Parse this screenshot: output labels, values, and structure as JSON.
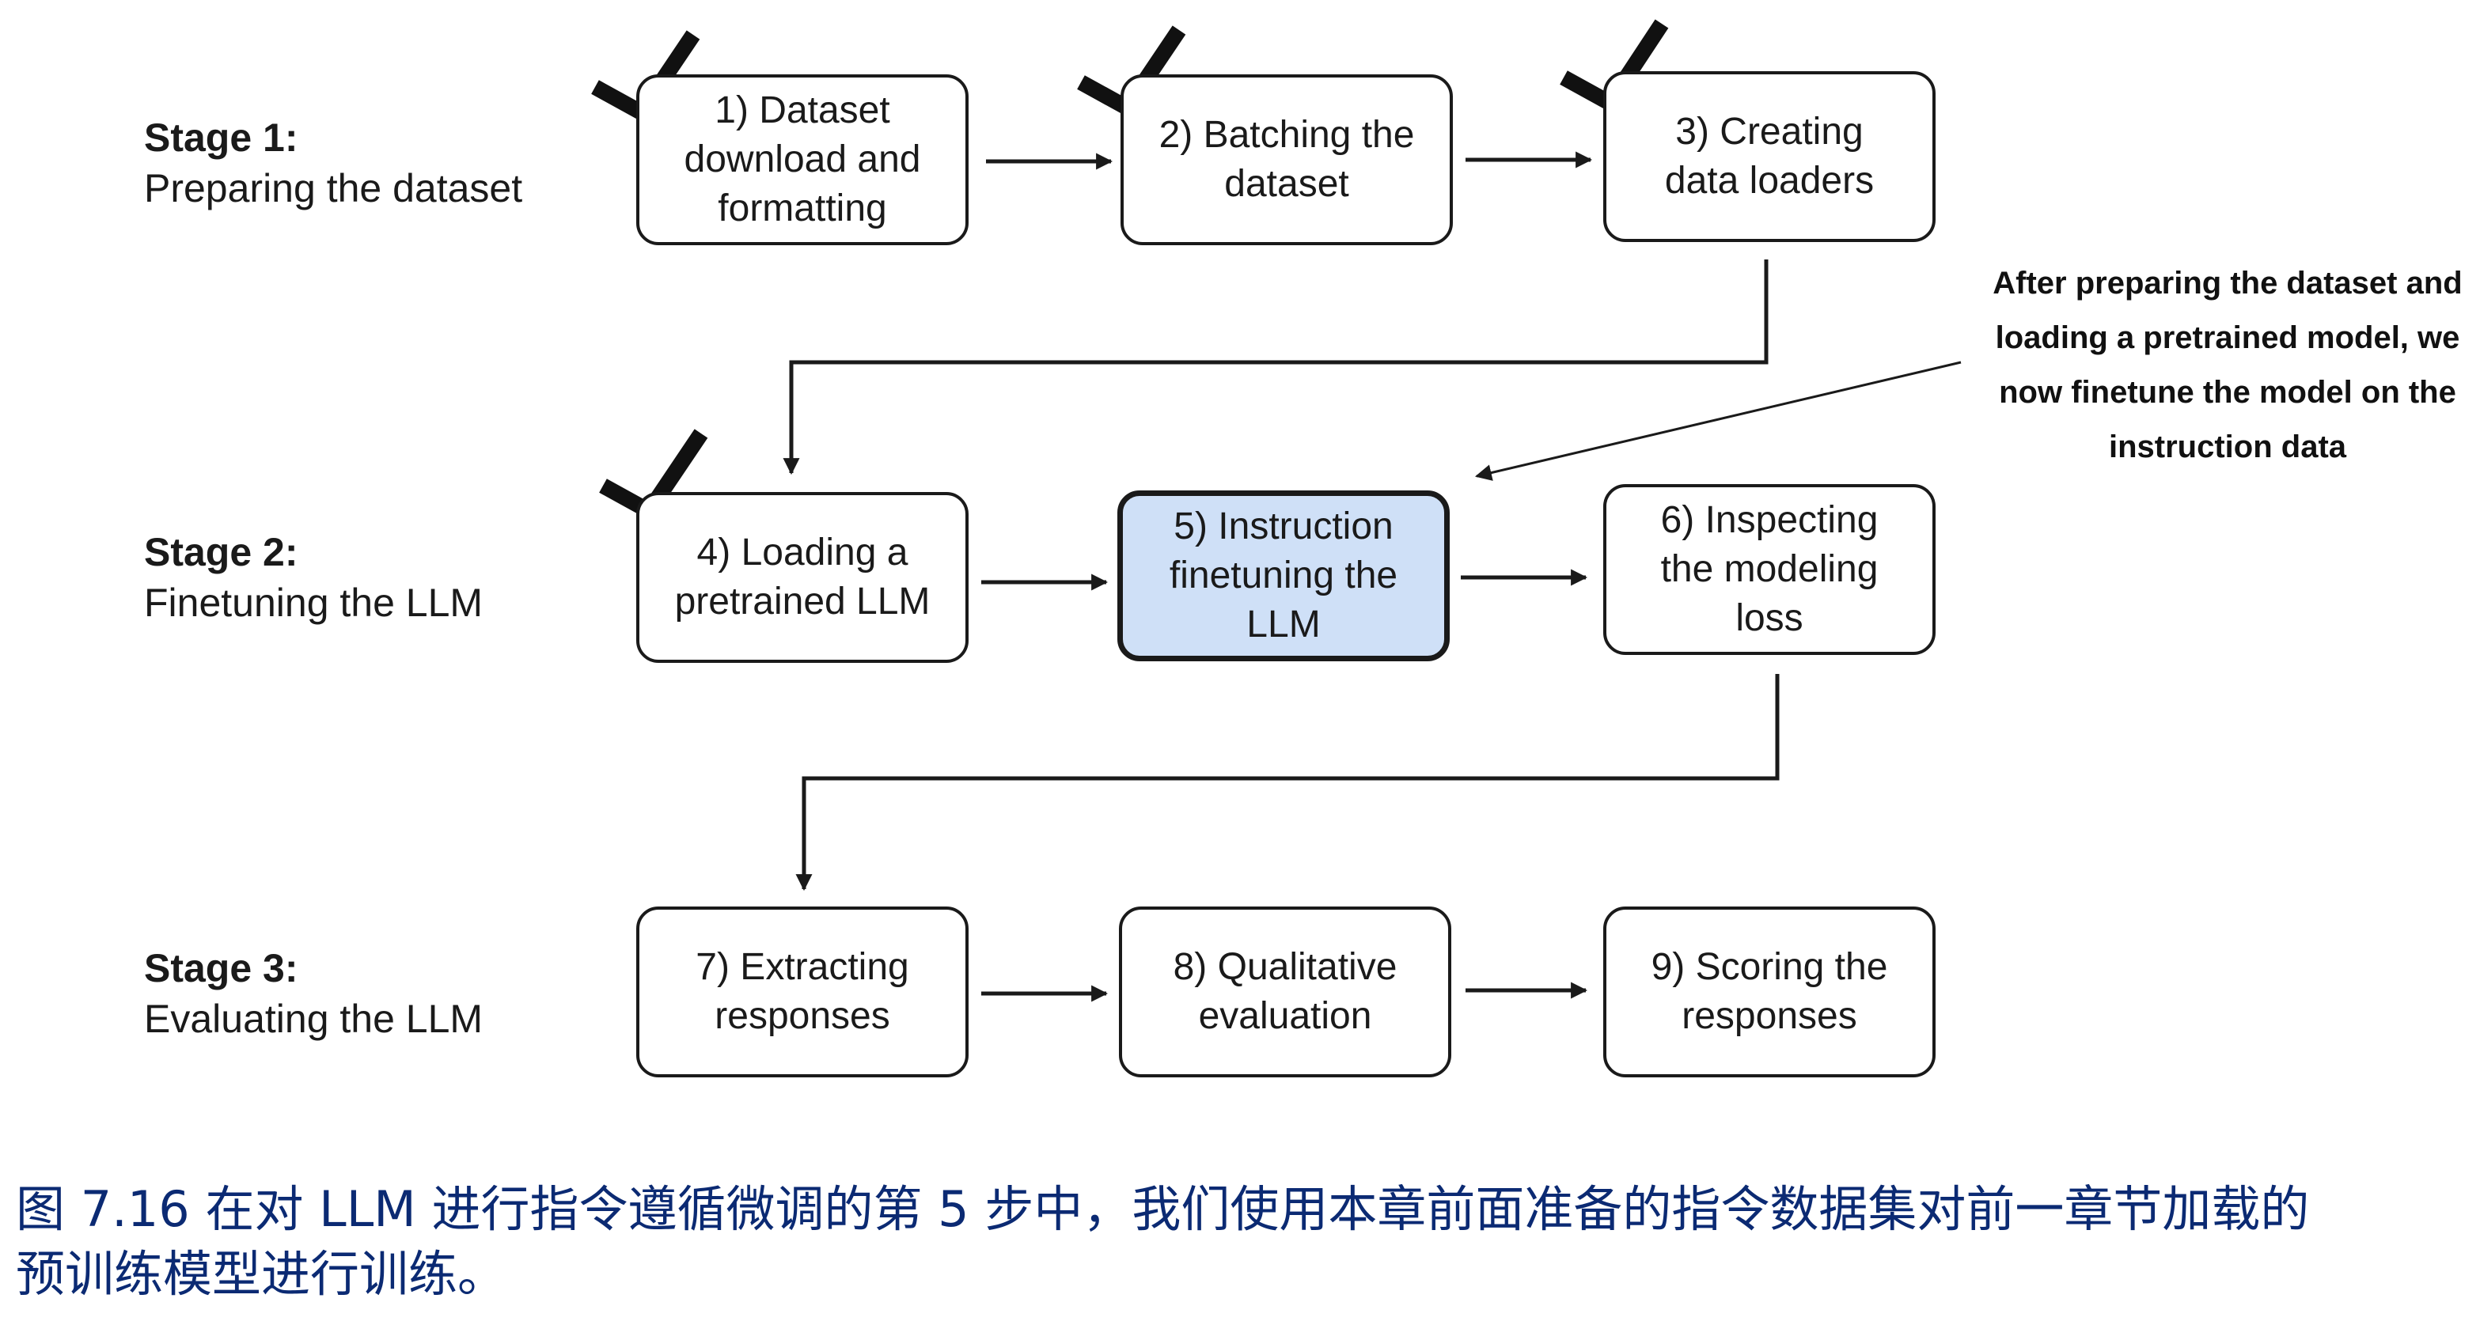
{
  "stages": [
    {
      "title": "Stage 1:",
      "description": "Preparing the dataset"
    },
    {
      "title": "Stage 2:",
      "description": "Finetuning the LLM"
    },
    {
      "title": "Stage 3:",
      "description": "Evaluating the LLM"
    }
  ],
  "steps": [
    {
      "lines": [
        "1) Dataset",
        "download and",
        "formatting"
      ],
      "done": true
    },
    {
      "lines": [
        "2) Batching the",
        "dataset"
      ],
      "done": true
    },
    {
      "lines": [
        "3) Creating",
        "data loaders"
      ],
      "done": true
    },
    {
      "lines": [
        "4) Loading a",
        "pretrained LLM"
      ],
      "done": true
    },
    {
      "lines": [
        "5) Instruction",
        "finetuning the",
        "LLM"
      ],
      "done": false,
      "highlighted": true
    },
    {
      "lines": [
        "6) Inspecting",
        "the modeling",
        "loss"
      ],
      "done": false
    },
    {
      "lines": [
        "7) Extracting",
        "responses"
      ],
      "done": false
    },
    {
      "lines": [
        "8) Qualitative",
        "evaluation"
      ],
      "done": false
    },
    {
      "lines": [
        "9) Scoring the",
        "responses"
      ],
      "done": false
    }
  ],
  "annotation": {
    "lines": [
      "After preparing the dataset and",
      "loading a pretrained model, we",
      "now finetune the model on the",
      "instruction data"
    ]
  },
  "caption": {
    "lines": [
      "图 7.16 在对 LLM 进行指令遵循微调的第 5 步中，我们使用本章前面准备的指令数据集对前一章节加载的",
      "预训练模型进行训练。"
    ]
  },
  "colors": {
    "highlight": "#cfe0f7",
    "caption_text": "#0b2a73",
    "stroke": "#1a1a1a"
  }
}
